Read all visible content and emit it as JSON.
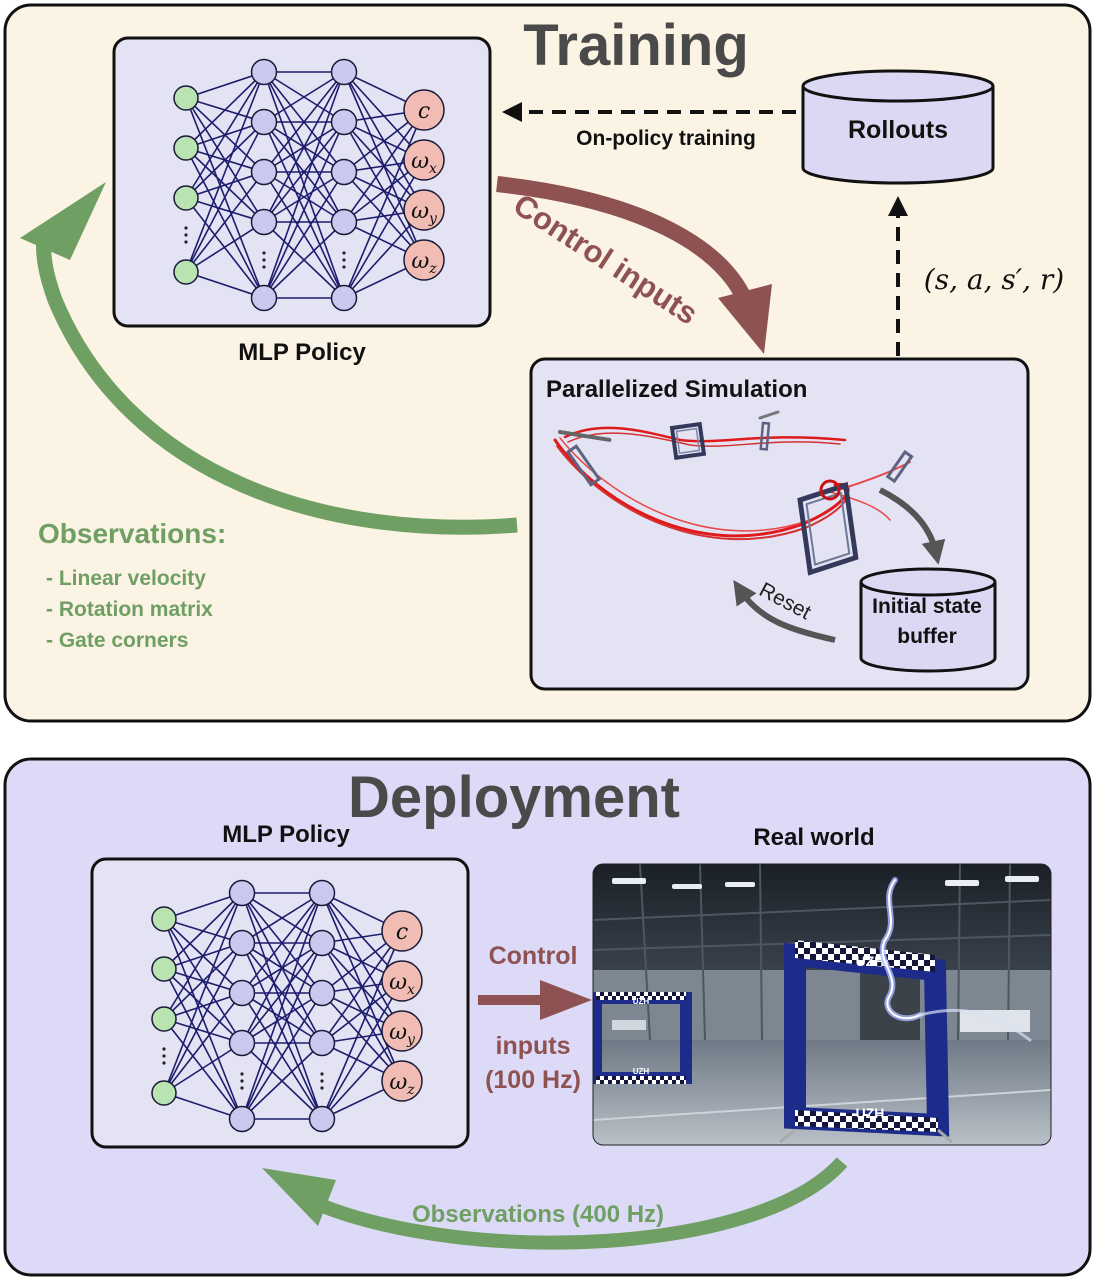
{
  "training": {
    "title": "Training",
    "policy_label": "MLP Policy",
    "rollouts_label": "Rollouts",
    "onpolicy_label": "On-policy training",
    "control_inputs_label": "Control inputs",
    "transition_label": "(s, a, s′, r)",
    "simulation_title": "Parallelized Simulation",
    "buffer_line1": "Initial state",
    "buffer_line2": "buffer",
    "reset_label": "Reset",
    "observations_title": "Observations:",
    "observations": [
      "- Linear velocity",
      "- Rotation matrix",
      "- Gate corners"
    ]
  },
  "deployment": {
    "title": "Deployment",
    "policy_label": "MLP Policy",
    "real_world_label": "Real world",
    "control_line1": "Control",
    "control_line2": "inputs",
    "control_rate": "(100 Hz)",
    "observations_label": "Observations (400 Hz)",
    "gate_text_main_top": "UZH",
    "gate_text_main_bottom": "UZH",
    "gate_text_small_top": "UZH",
    "gate_text_small_bottom": "UZH"
  },
  "outputs": [
    "c",
    "ωx",
    "ωy",
    "ωz"
  ],
  "colors": {
    "training_bg": "#fbf3e4",
    "deployment_bg": "#dcdaf6",
    "node_input": "#b9e3b0",
    "node_hidden": "#c9c9f0",
    "node_output": "#f1bcb3",
    "edge": "#1d1d6e",
    "green_arrow": "#6f9f63",
    "maroon_arrow": "#8f5253",
    "title_gray": "#4a4a4a"
  }
}
